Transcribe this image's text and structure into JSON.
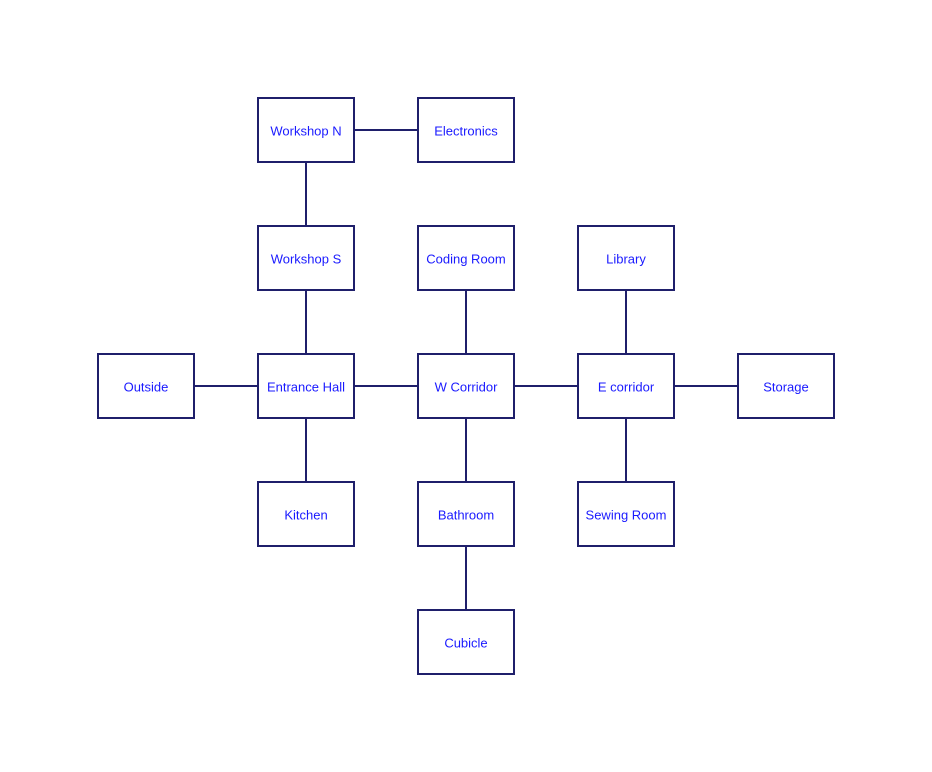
{
  "map": {
    "rooms": [
      {
        "id": "workshop_n",
        "label": "Workshop N"
      },
      {
        "id": "electronics",
        "label": "Electronics"
      },
      {
        "id": "workshop_s",
        "label": "Workshop S"
      },
      {
        "id": "coding_room",
        "label": "Coding Room"
      },
      {
        "id": "library",
        "label": "Library"
      },
      {
        "id": "outside",
        "label": "Outside"
      },
      {
        "id": "entrance_hall",
        "label": "Entrance Hall"
      },
      {
        "id": "w_corridor",
        "label": "W Corridor"
      },
      {
        "id": "e_corridor",
        "label": "E corridor"
      },
      {
        "id": "storage",
        "label": "Storage"
      },
      {
        "id": "kitchen",
        "label": "Kitchen"
      },
      {
        "id": "bathroom",
        "label": "Bathroom"
      },
      {
        "id": "sewing_room",
        "label": "Sewing Room"
      },
      {
        "id": "cubicle",
        "label": "Cubicle"
      }
    ],
    "connections": [
      [
        "workshop_n",
        "electronics"
      ],
      [
        "workshop_n",
        "workshop_s"
      ],
      [
        "workshop_s",
        "entrance_hall"
      ],
      [
        "outside",
        "entrance_hall"
      ],
      [
        "entrance_hall",
        "w_corridor"
      ],
      [
        "entrance_hall",
        "kitchen"
      ],
      [
        "coding_room",
        "w_corridor"
      ],
      [
        "w_corridor",
        "e_corridor"
      ],
      [
        "w_corridor",
        "bathroom"
      ],
      [
        "bathroom",
        "cubicle"
      ],
      [
        "library",
        "e_corridor"
      ],
      [
        "e_corridor",
        "storage"
      ],
      [
        "e_corridor",
        "sewing_room"
      ]
    ]
  }
}
